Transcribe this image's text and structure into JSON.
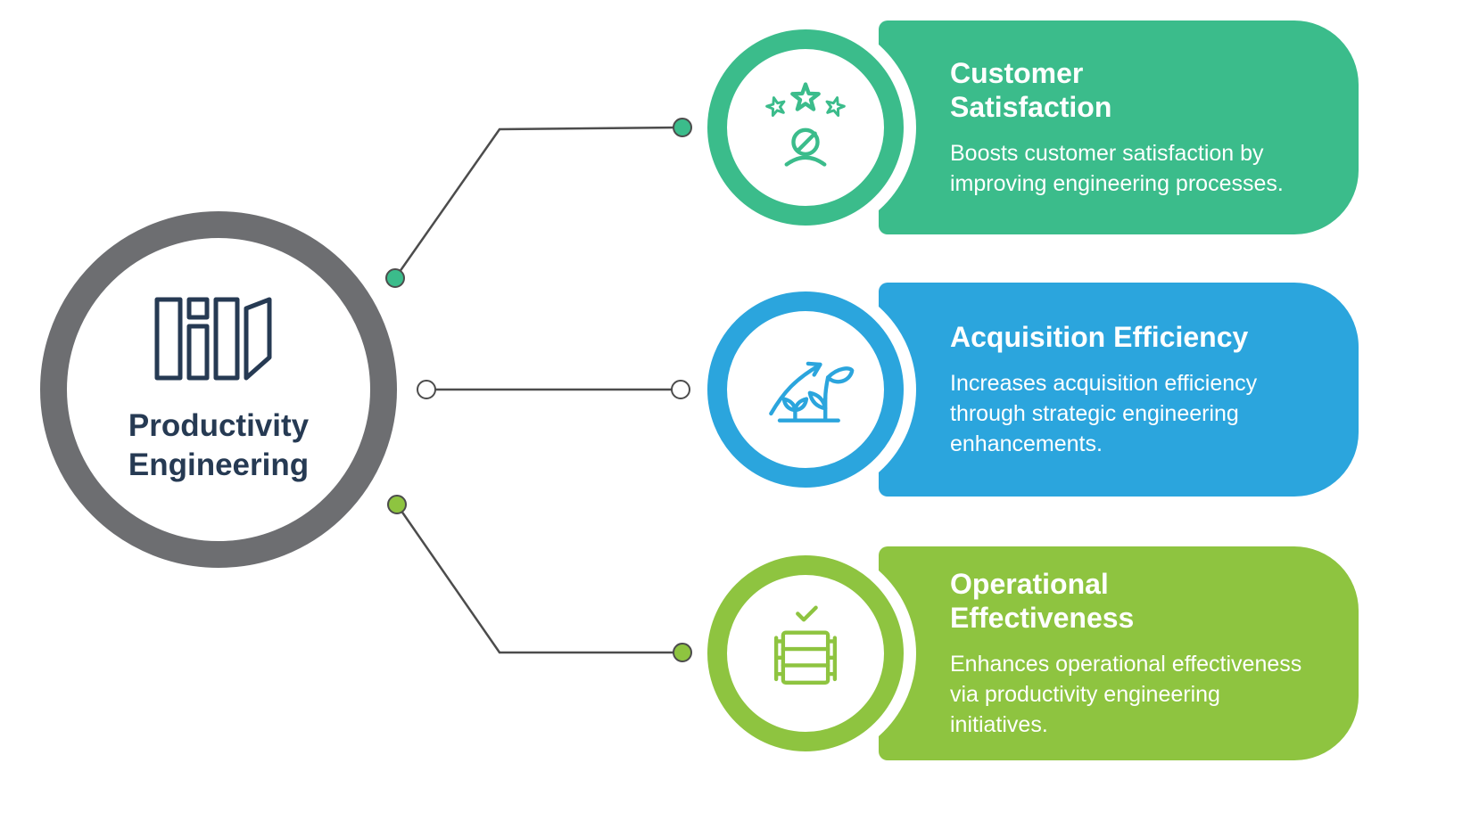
{
  "center": {
    "title": "Productivity Engineering",
    "icon": "bar-columns-icon"
  },
  "cards": [
    {
      "title": "Customer Satisfaction",
      "description": "Boosts customer satisfaction by improving engineering processes.",
      "color": "#3BBC8B",
      "icon": "customer-satisfaction-icon"
    },
    {
      "title": "Acquisition Efficiency",
      "description": "Increases acquisition efficiency through strategic engineering enhancements.",
      "color": "#2BA5DD",
      "icon": "growth-sprout-arrow-icon"
    },
    {
      "title": "Operational Effectiveness",
      "description": "Enhances operational effectiveness via productivity engineering initiatives.",
      "color": "#8EC440",
      "icon": "server-check-icon"
    }
  ],
  "palette": {
    "green": "#3BBC8B",
    "blue": "#2BA5DD",
    "olive": "#8EC440",
    "ring_gray": "#6D6E71",
    "text_navy": "#263A53",
    "connector_line": "#4C4C4C"
  }
}
